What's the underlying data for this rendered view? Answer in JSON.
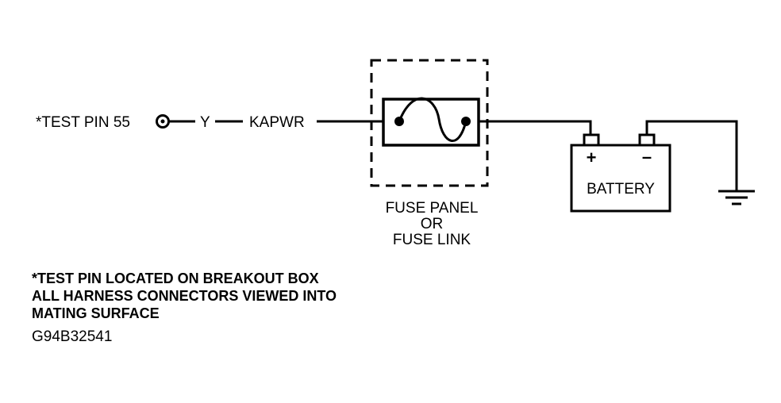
{
  "circuit": {
    "test_pin_label": "*TEST PIN 55",
    "wire_color": "Y",
    "circuit_name": "KAPWR",
    "fuse_label_1": "FUSE PANEL",
    "fuse_label_2": "OR",
    "fuse_label_3": "FUSE LINK",
    "battery_label": "BATTERY",
    "battery_positive": "+",
    "battery_negative": "–"
  },
  "notes": {
    "line1": "*TEST PIN LOCATED ON BREAKOUT BOX",
    "line2": "ALL HARNESS CONNECTORS VIEWED INTO",
    "line3": "MATING SURFACE"
  },
  "figure_code": "G94B32541"
}
